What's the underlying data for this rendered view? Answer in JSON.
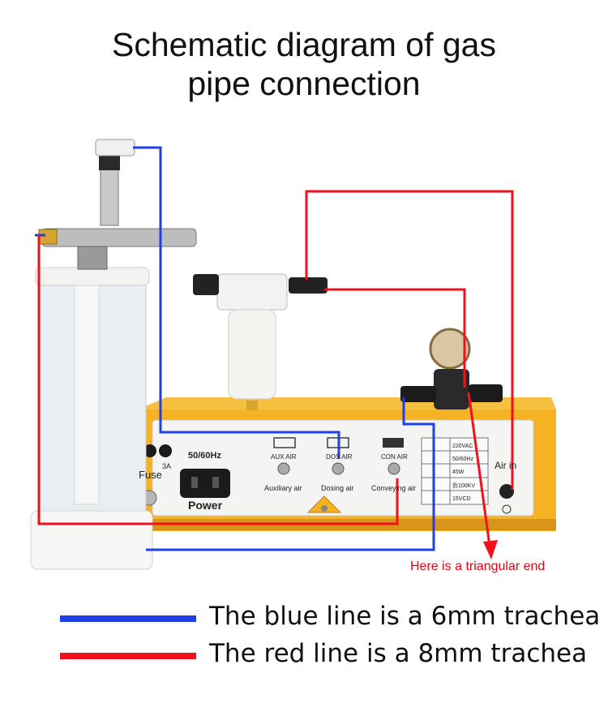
{
  "title_line1": "Schematic diagram of gas",
  "title_line2": "pipe connection",
  "annotation": "Here is a triangular end",
  "legend": [
    {
      "text": "The blue line is a 6mm trachea",
      "color": "#1f3fe8"
    },
    {
      "text": "The red line is a 8mm trachea",
      "color": "#f2101a"
    }
  ],
  "panel": {
    "frequency": "50/60Hz",
    "fuse": "Fuse",
    "fuse_rating": "3A",
    "power": "Power",
    "aux_air_top": "AUX AIR",
    "dos_air_top": "DOS AIR",
    "con_air_top": "CON AIR",
    "aux_air": "Auxiliary air",
    "dosing_air": "Dosing air",
    "conveying_air": "Conveying air",
    "air_in": "Air in",
    "spec_rows": [
      "220VAC",
      "50/60Hz",
      "45W",
      "负100KV",
      "15VCD"
    ]
  },
  "colors": {
    "blue_hose": "#1f3fe8",
    "red_hose": "#f2101a",
    "box": "#f5b223"
  }
}
